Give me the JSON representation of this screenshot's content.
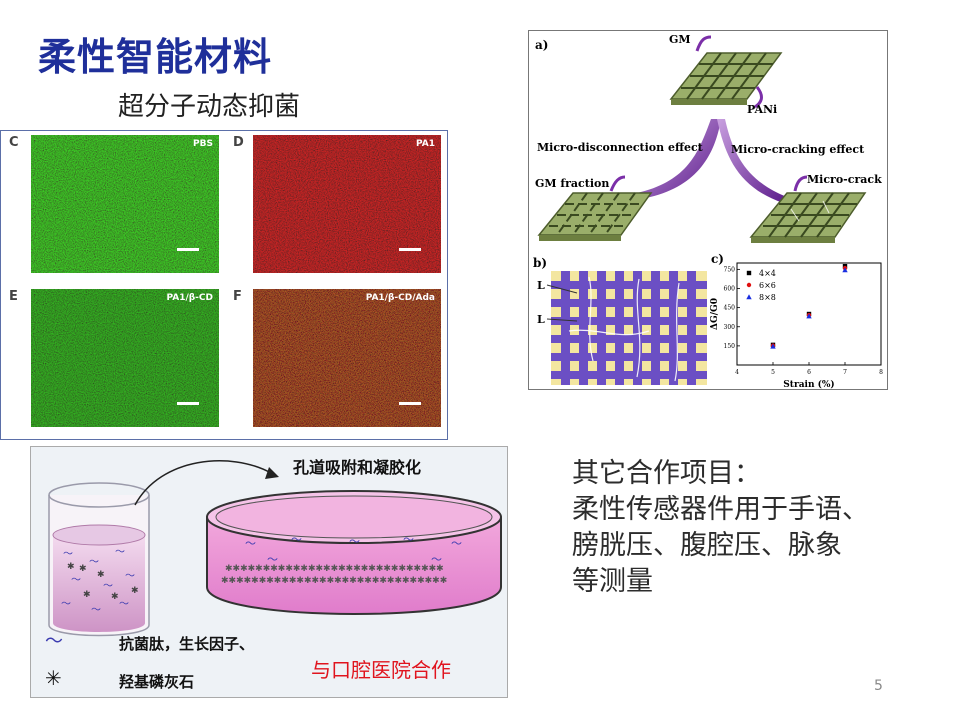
{
  "slide": {
    "title": "柔性智能材料",
    "subtitle": "超分子动态抑菌",
    "page_number": "5"
  },
  "fluorescence_figure": {
    "panels": [
      {
        "letter": "C",
        "tag": "PBS",
        "color": "green"
      },
      {
        "letter": "D",
        "tag": "PA1",
        "color": "red"
      },
      {
        "letter": "E",
        "tag": "PA1/β-CD",
        "color": "green"
      },
      {
        "letter": "F",
        "tag": "PA1/β-CD/Ada",
        "color": "mixed"
      }
    ]
  },
  "gm_figure": {
    "panel_a": "a)",
    "panel_b": "b)",
    "panel_c": "c)",
    "label_gm": "GM",
    "label_pani": "PANi",
    "label_left_effect": "Micro-disconnection effect",
    "label_right_effect": "Micro-cracking effect",
    "label_gm_fraction": "GM fraction",
    "label_micro_crack": "Micro-crack",
    "label_L1": "L",
    "label_L2": "L",
    "chart_data": {
      "type": "scatter",
      "xlabel": "Strain (%)",
      "ylabel": "ΔG/G0",
      "xlim": [
        4,
        8
      ],
      "ylim": [
        0,
        800
      ],
      "xticks": [
        "4",
        "5",
        "6",
        "7",
        "8"
      ],
      "yticks": [
        "150",
        "300",
        "450",
        "600",
        "750"
      ],
      "legend_position": "top-left",
      "series": [
        {
          "name": "4×4",
          "color": "#000000",
          "marker": "square",
          "x": [
            5,
            6,
            7
          ],
          "y": [
            158,
            400,
            775
          ]
        },
        {
          "name": "6×6",
          "color": "#e01010",
          "marker": "circle",
          "x": [
            5,
            6,
            7
          ],
          "y": [
            152,
            392,
            760
          ]
        },
        {
          "name": "8×8",
          "color": "#1a2ee0",
          "marker": "triangle",
          "x": [
            5,
            6,
            7
          ],
          "y": [
            146,
            383,
            745
          ]
        }
      ]
    }
  },
  "gel_figure": {
    "label_adsorption": "孔道吸附和凝胶化",
    "legend_peptide": "抗菌肽，生长因子、",
    "legend_hap": "羟基磷灰石",
    "collab": "与口腔医院合作"
  },
  "other_projects": {
    "lines": [
      "其它合作项目：",
      "柔性传感器件用于手语、",
      "膀胱压、腹腔压、脉象",
      "等测量"
    ]
  }
}
